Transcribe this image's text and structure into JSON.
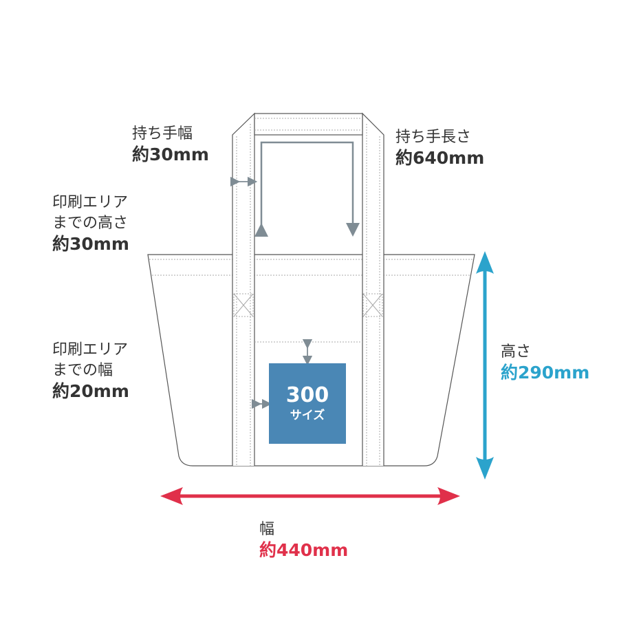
{
  "colors": {
    "outline": "#555555",
    "stitch": "#aaaaaa",
    "small_arrow": "#7f8c94",
    "width_arrow": "#e0304a",
    "height_arrow": "#2ba3cc",
    "print_area": "#4a87b5",
    "text": "#333333"
  },
  "labels": {
    "handle_width": {
      "title": "持ち手幅",
      "value": "約30mm"
    },
    "handle_length": {
      "title": "持ち手長さ",
      "value": "約640mm"
    },
    "print_height": {
      "line1": "印刷エリア",
      "line2": "までの高さ",
      "value": "約30mm"
    },
    "print_width": {
      "line1": "印刷エリア",
      "line2": "までの幅",
      "value": "約20mm"
    },
    "height": {
      "title": "高さ",
      "value": "約290mm"
    },
    "width": {
      "title": "幅",
      "value": "約440mm"
    }
  },
  "print_area": {
    "size": "300",
    "caption": "サイズ"
  }
}
